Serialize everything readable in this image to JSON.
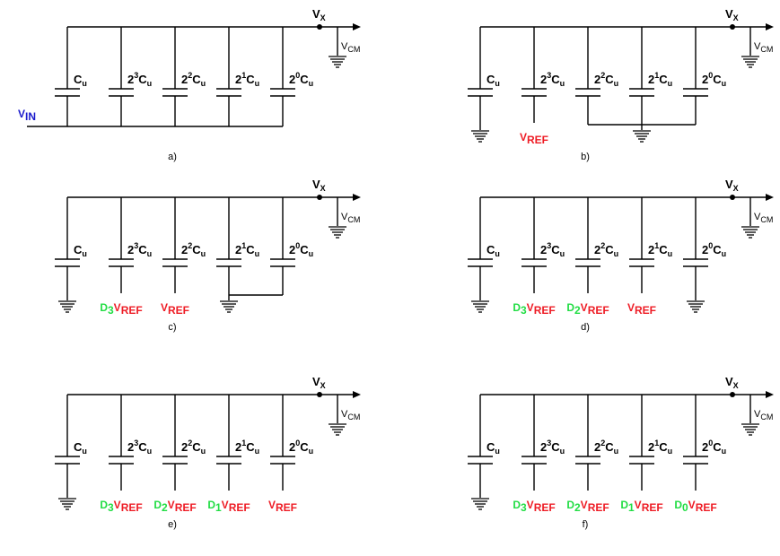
{
  "panels": [
    {
      "caption": "a)",
      "node_label": "V",
      "node_sub": "X",
      "vcm_label": "V",
      "vcm_sub": "CM",
      "input_label": "V",
      "input_sub": "IN",
      "caps": [
        {
          "pre": "C",
          "sup": "",
          "sub": "u"
        },
        {
          "pre": "2",
          "sup": "3",
          "post": "C",
          "sub": "u"
        },
        {
          "pre": "2",
          "sup": "2",
          "post": "C",
          "sub": "u"
        },
        {
          "pre": "2",
          "sup": "1",
          "post": "C",
          "sub": "u"
        },
        {
          "pre": "2",
          "sup": "0",
          "post": "C",
          "sub": "u"
        }
      ],
      "bottoms": []
    },
    {
      "caption": "b)",
      "node_label": "V",
      "node_sub": "X",
      "vcm_label": "V",
      "vcm_sub": "CM",
      "caps": [
        {
          "pre": "C",
          "sub": "u"
        },
        {
          "pre": "2",
          "sup": "3",
          "post": "C",
          "sub": "u"
        },
        {
          "pre": "2",
          "sup": "2",
          "post": "C",
          "sub": "u"
        },
        {
          "pre": "2",
          "sup": "1",
          "post": "C",
          "sub": "u"
        },
        {
          "pre": "2",
          "sup": "0",
          "post": "C",
          "sub": "u"
        }
      ],
      "bottoms": [
        {
          "type": "gnd"
        },
        {
          "type": "label",
          "d": "",
          "d_sub": "",
          "v": "V",
          "v_sub": "REF"
        }
      ]
    },
    {
      "caption": "c)",
      "node_label": "V",
      "node_sub": "X",
      "vcm_label": "V",
      "vcm_sub": "CM",
      "caps": [
        {
          "pre": "C",
          "sub": "u"
        },
        {
          "pre": "2",
          "sup": "3",
          "post": "C",
          "sub": "u"
        },
        {
          "pre": "2",
          "sup": "2",
          "post": "C",
          "sub": "u"
        },
        {
          "pre": "2",
          "sup": "1",
          "post": "C",
          "sub": "u"
        },
        {
          "pre": "2",
          "sup": "0",
          "post": "C",
          "sub": "u"
        }
      ],
      "bottoms": [
        {
          "type": "gnd"
        },
        {
          "type": "label",
          "d": "D",
          "d_sub": "3",
          "v": "V",
          "v_sub": "REF"
        },
        {
          "type": "label",
          "d": "",
          "d_sub": "",
          "v": "V",
          "v_sub": "REF"
        }
      ]
    },
    {
      "caption": "d)",
      "node_label": "V",
      "node_sub": "X",
      "vcm_label": "V",
      "vcm_sub": "CM",
      "caps": [
        {
          "pre": "C",
          "sub": "u"
        },
        {
          "pre": "2",
          "sup": "3",
          "post": "C",
          "sub": "u"
        },
        {
          "pre": "2",
          "sup": "2",
          "post": "C",
          "sub": "u"
        },
        {
          "pre": "2",
          "sup": "1",
          "post": "C",
          "sub": "u"
        },
        {
          "pre": "2",
          "sup": "0",
          "post": "C",
          "sub": "u"
        }
      ],
      "bottoms": [
        {
          "type": "gnd"
        },
        {
          "type": "label",
          "d": "D",
          "d_sub": "3",
          "v": "V",
          "v_sub": "REF"
        },
        {
          "type": "label",
          "d": "D",
          "d_sub": "2",
          "v": "V",
          "v_sub": "REF"
        },
        {
          "type": "label",
          "d": "",
          "d_sub": "",
          "v": "V",
          "v_sub": "REF"
        },
        {
          "type": "gnd"
        }
      ]
    },
    {
      "caption": "e)",
      "node_label": "V",
      "node_sub": "X",
      "vcm_label": "V",
      "vcm_sub": "CM",
      "caps": [
        {
          "pre": "C",
          "sub": "u"
        },
        {
          "pre": "2",
          "sup": "3",
          "post": "C",
          "sub": "u"
        },
        {
          "pre": "2",
          "sup": "2",
          "post": "C",
          "sub": "u"
        },
        {
          "pre": "2",
          "sup": "1",
          "post": "C",
          "sub": "u"
        },
        {
          "pre": "2",
          "sup": "0",
          "post": "C",
          "sub": "u"
        }
      ],
      "bottoms": [
        {
          "type": "gnd"
        },
        {
          "type": "label",
          "d": "D",
          "d_sub": "3",
          "v": "V",
          "v_sub": "REF"
        },
        {
          "type": "label",
          "d": "D",
          "d_sub": "2",
          "v": "V",
          "v_sub": "REF"
        },
        {
          "type": "label",
          "d": "D",
          "d_sub": "1",
          "v": "V",
          "v_sub": "REF"
        },
        {
          "type": "label",
          "d": "",
          "d_sub": "",
          "v": "V",
          "v_sub": "REF"
        }
      ]
    },
    {
      "caption": "f)",
      "node_label": "V",
      "node_sub": "X",
      "vcm_label": "V",
      "vcm_sub": "CM",
      "caps": [
        {
          "pre": "C",
          "sub": "u"
        },
        {
          "pre": "2",
          "sup": "3",
          "post": "C",
          "sub": "u"
        },
        {
          "pre": "2",
          "sup": "2",
          "post": "C",
          "sub": "u"
        },
        {
          "pre": "2",
          "sup": "1",
          "post": "C",
          "sub": "u"
        },
        {
          "pre": "2",
          "sup": "0",
          "post": "C",
          "sub": "u"
        }
      ],
      "bottoms": [
        {
          "type": "gnd"
        },
        {
          "type": "label",
          "d": "D",
          "d_sub": "3",
          "v": "V",
          "v_sub": "REF"
        },
        {
          "type": "label",
          "d": "D",
          "d_sub": "2",
          "v": "V",
          "v_sub": "REF"
        },
        {
          "type": "label",
          "d": "D",
          "d_sub": "1",
          "v": "V",
          "v_sub": "REF"
        },
        {
          "type": "label",
          "d": "D",
          "d_sub": "0",
          "v": "V",
          "v_sub": "REF"
        }
      ]
    }
  ],
  "colors": {
    "vref": "#ee1c25",
    "digit": "#22dd44",
    "vin": "#1a1acc",
    "wire": "#000000"
  }
}
